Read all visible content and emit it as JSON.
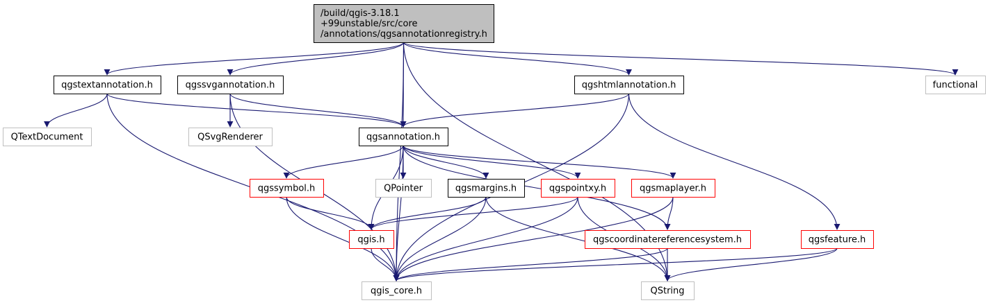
{
  "colors": {
    "edge": "#191970",
    "border_default": "#000000",
    "border_external": "#bfbfbf",
    "border_partial": "#ff0000",
    "fill_root": "#bfbfbf",
    "fill_default": "#ffffff"
  },
  "nodes": [
    {
      "id": "root",
      "lines": [
        "/build/qgis-3.18.1",
        "+99unstable/src/core",
        "/annotations/qgsannotationregistry.h"
      ],
      "style": "root"
    },
    {
      "id": "textannotation",
      "lines": [
        "qgstextannotation.h"
      ],
      "style": "default"
    },
    {
      "id": "svgannotation",
      "lines": [
        "qgssvgannotation.h"
      ],
      "style": "default"
    },
    {
      "id": "htmlannotation",
      "lines": [
        "qgshtmlannotation.h"
      ],
      "style": "default"
    },
    {
      "id": "functional",
      "lines": [
        "functional"
      ],
      "style": "external"
    },
    {
      "id": "qtextdocument",
      "lines": [
        "QTextDocument"
      ],
      "style": "external"
    },
    {
      "id": "qsvgrenderer",
      "lines": [
        "QSvgRenderer"
      ],
      "style": "external"
    },
    {
      "id": "annotation",
      "lines": [
        "qgsannotation.h"
      ],
      "style": "default"
    },
    {
      "id": "symbol",
      "lines": [
        "qgssymbol.h"
      ],
      "style": "partial"
    },
    {
      "id": "qpointer",
      "lines": [
        "QPointer"
      ],
      "style": "external"
    },
    {
      "id": "margins",
      "lines": [
        "qgsmargins.h"
      ],
      "style": "default"
    },
    {
      "id": "pointxy",
      "lines": [
        "qgspointxy.h"
      ],
      "style": "partial"
    },
    {
      "id": "maplayer",
      "lines": [
        "qgsmaplayer.h"
      ],
      "style": "partial"
    },
    {
      "id": "qgis",
      "lines": [
        "qgis.h"
      ],
      "style": "partial"
    },
    {
      "id": "crs",
      "lines": [
        "qgscoordinatereferencesystem.h"
      ],
      "style": "partial"
    },
    {
      "id": "feature",
      "lines": [
        "qgsfeature.h"
      ],
      "style": "partial"
    },
    {
      "id": "qgiscore",
      "lines": [
        "qgis_core.h"
      ],
      "style": "external"
    },
    {
      "id": "qstring",
      "lines": [
        "QString"
      ],
      "style": "external"
    }
  ],
  "edges": [
    [
      "root",
      "textannotation"
    ],
    [
      "root",
      "svgannotation"
    ],
    [
      "root",
      "htmlannotation"
    ],
    [
      "root",
      "functional"
    ],
    [
      "root",
      "annotation"
    ],
    [
      "root",
      "qgiscore"
    ],
    [
      "root",
      "qstring"
    ],
    [
      "textannotation",
      "qtextdocument"
    ],
    [
      "textannotation",
      "annotation"
    ],
    [
      "textannotation",
      "qgiscore"
    ],
    [
      "svgannotation",
      "qsvgrenderer"
    ],
    [
      "svgannotation",
      "annotation"
    ],
    [
      "svgannotation",
      "qgiscore"
    ],
    [
      "htmlannotation",
      "annotation"
    ],
    [
      "htmlannotation",
      "feature"
    ],
    [
      "htmlannotation",
      "qgiscore"
    ],
    [
      "annotation",
      "symbol"
    ],
    [
      "annotation",
      "qpointer"
    ],
    [
      "annotation",
      "margins"
    ],
    [
      "annotation",
      "pointxy"
    ],
    [
      "annotation",
      "maplayer"
    ],
    [
      "annotation",
      "qgis"
    ],
    [
      "annotation",
      "crs"
    ],
    [
      "annotation",
      "qgiscore"
    ],
    [
      "symbol",
      "qgis"
    ],
    [
      "symbol",
      "qgiscore"
    ],
    [
      "margins",
      "qgis"
    ],
    [
      "margins",
      "qgiscore"
    ],
    [
      "margins",
      "qstring"
    ],
    [
      "pointxy",
      "qgis"
    ],
    [
      "pointxy",
      "qgiscore"
    ],
    [
      "pointxy",
      "qstring"
    ],
    [
      "maplayer",
      "crs"
    ],
    [
      "maplayer",
      "qgiscore"
    ],
    [
      "qgis",
      "qgiscore"
    ],
    [
      "crs",
      "qgiscore"
    ],
    [
      "crs",
      "qstring"
    ],
    [
      "feature",
      "qgiscore"
    ],
    [
      "feature",
      "qstring"
    ]
  ]
}
